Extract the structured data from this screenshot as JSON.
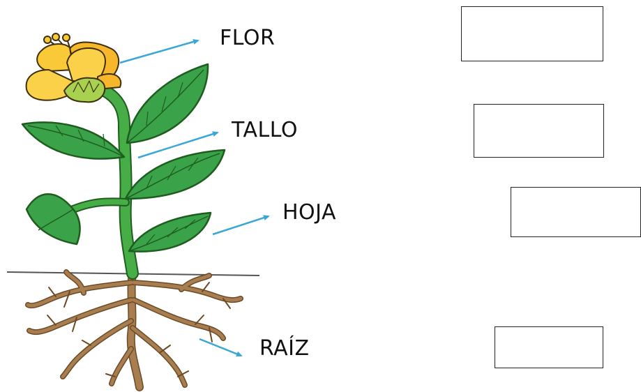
{
  "labels": {
    "flower": "FLOR",
    "stem": "TALLO",
    "leaf": "HOJA",
    "root": "RAÍZ"
  },
  "answer_boxes": [
    {
      "id": "box-1",
      "value": ""
    },
    {
      "id": "box-2",
      "value": ""
    },
    {
      "id": "box-3",
      "value": ""
    },
    {
      "id": "box-4",
      "value": ""
    }
  ],
  "colors": {
    "leaf": "#3aa34a",
    "stem": "#47ad46",
    "petal": "#f9c937",
    "sepal": "#a8d14f",
    "root": "#a87d50",
    "arrow": "#3aa7d6"
  },
  "icons": [
    "plant-illustration",
    "arrow-icon"
  ]
}
